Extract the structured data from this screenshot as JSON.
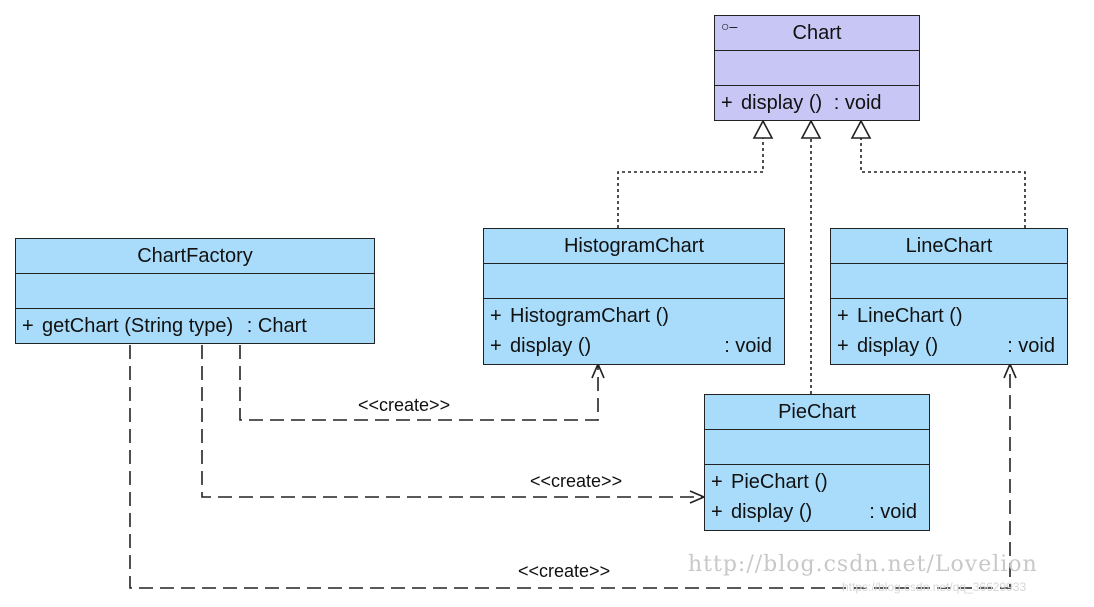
{
  "classes": {
    "chart": {
      "name": "Chart",
      "icon": "interface-icon",
      "icon_glyph": "○–",
      "operations": [
        {
          "visibility": "+",
          "name": "display ()",
          "returns": ": void"
        }
      ]
    },
    "histogram": {
      "name": "HistogramChart",
      "operations": [
        {
          "visibility": "+",
          "name": "HistogramChart ()",
          "returns": ""
        },
        {
          "visibility": "+",
          "name": "display ()",
          "returns": ": void"
        }
      ]
    },
    "line": {
      "name": "LineChart",
      "operations": [
        {
          "visibility": "+",
          "name": "LineChart ()",
          "returns": ""
        },
        {
          "visibility": "+",
          "name": "display ()",
          "returns": ": void"
        }
      ]
    },
    "pie": {
      "name": "PieChart",
      "operations": [
        {
          "visibility": "+",
          "name": "PieChart ()",
          "returns": ""
        },
        {
          "visibility": "+",
          "name": "display ()",
          "returns": ": void"
        }
      ]
    },
    "factory": {
      "name": "ChartFactory",
      "operations": [
        {
          "visibility": "+",
          "name": "getChart (String type)",
          "returns": ": Chart"
        }
      ]
    }
  },
  "relations": {
    "create_label": "<<create>>"
  },
  "colors": {
    "class_fill": "#a8dcfa",
    "interface_fill": "#c8c6f4",
    "line": "#222222"
  },
  "watermark": {
    "text": "http://blog.csdn.net/Lovelion",
    "sub": "https://blog.csdn.net/qq_36629933"
  }
}
